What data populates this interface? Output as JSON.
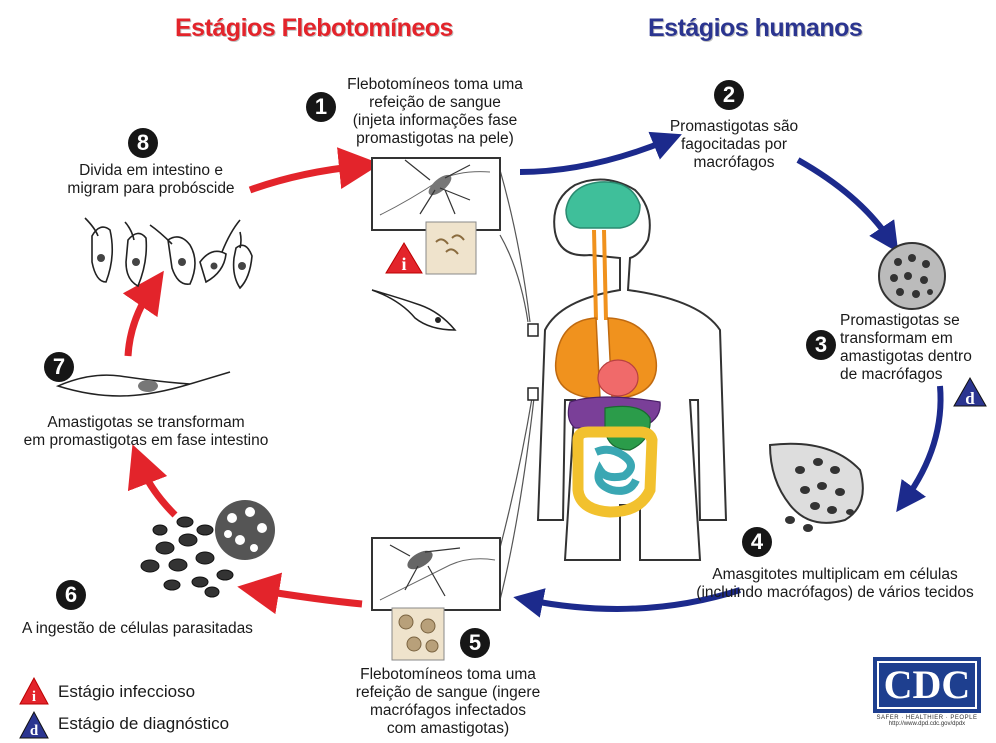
{
  "headers": {
    "sandfly": "Estágios Flebotomíneos",
    "human": "Estágios humanos"
  },
  "steps": [
    {
      "num": "1",
      "lines": [
        "Flebotomíneos toma uma",
        "refeição de sangue",
        "(injeta informações fase",
        "promastigotas na pele)"
      ]
    },
    {
      "num": "2",
      "lines": [
        "Promastigotas são",
        "fagocitadas por",
        "macrófagos"
      ]
    },
    {
      "num": "3",
      "lines": [
        "Promastigotas se",
        "transformam em",
        "amastigotas dentro",
        "de macrófagos"
      ]
    },
    {
      "num": "4",
      "lines": [
        "Amasgitotes multiplicam em células",
        "(incluindo macrófagos) de vários tecidos"
      ]
    },
    {
      "num": "5",
      "lines": [
        "Flebotomíneos toma uma",
        "refeição de sangue (ingere",
        "macrófagos infectados",
        "com amastigotas)"
      ]
    },
    {
      "num": "6",
      "lines": [
        "A ingestão de células parasitadas"
      ]
    },
    {
      "num": "7",
      "lines": [
        "Amastigotas se transformam",
        "em promastigotas em fase intestino"
      ]
    },
    {
      "num": "8",
      "lines": [
        "Divida em intestino e",
        "migram para probóscide"
      ]
    }
  ],
  "legend": {
    "infectious_label": "Estágio infeccioso",
    "infectious_symbol": "i",
    "diagnostic_label": "Estágio de diagnóstico",
    "diagnostic_symbol": "d"
  },
  "logo": {
    "text": "CDC",
    "tagline": "SAFER · HEALTHIER · PEOPLE",
    "url": "http://www.dpd.cdc.gov/dpdx"
  },
  "colors": {
    "sandfly_arrow": "#e3242b",
    "human_arrow": "#1c2a8c",
    "brain": "#3fbf9a",
    "lungs": "#f0921e",
    "heart": "#f06a6a",
    "liver": "#7a3f98",
    "stomach": "#2b9c4a",
    "intestine": "#f2c12e",
    "small_intestine": "#3aa7b3"
  }
}
